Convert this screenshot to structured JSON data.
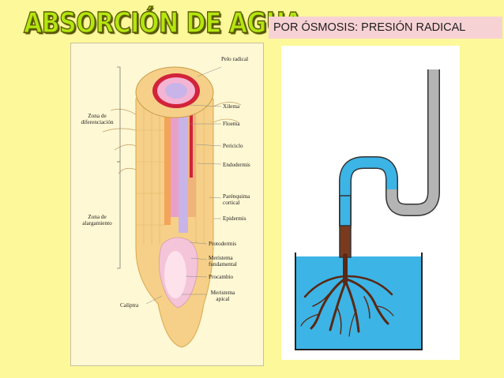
{
  "header": {
    "title": "ABSORCIÓN DE AGUA",
    "subtitle": "POR ÓSMOSIS: PRESIÓN RADICAL"
  },
  "root_diagram": {
    "labels": {
      "pelo_radical": "Pelo radical",
      "xilema": "Xilema",
      "floema": "Floema",
      "periciclo": "Periciclo",
      "endodermis": "Endodermis",
      "parenquima": "Parénquima cortical",
      "epidermis": "Epidermis",
      "protodermis": "Protodermis",
      "meristema_fundamental": "Meristema fundamental",
      "procambio": "Procambio",
      "meristema_apical": "Meristema apical",
      "caliptra": "Calíptra",
      "zona_diferenciacion": "Zona de diferenciación",
      "zona_alargamiento": "Zona de alargamiento"
    }
  },
  "colors": {
    "background": "#fdf89a",
    "title_fill": "#b4e60f",
    "subtitle_bg": "#f7d2d5",
    "water": "#3cb4e6",
    "tube_gray": "#b4b4b4",
    "root_brown": "#5a2814"
  }
}
